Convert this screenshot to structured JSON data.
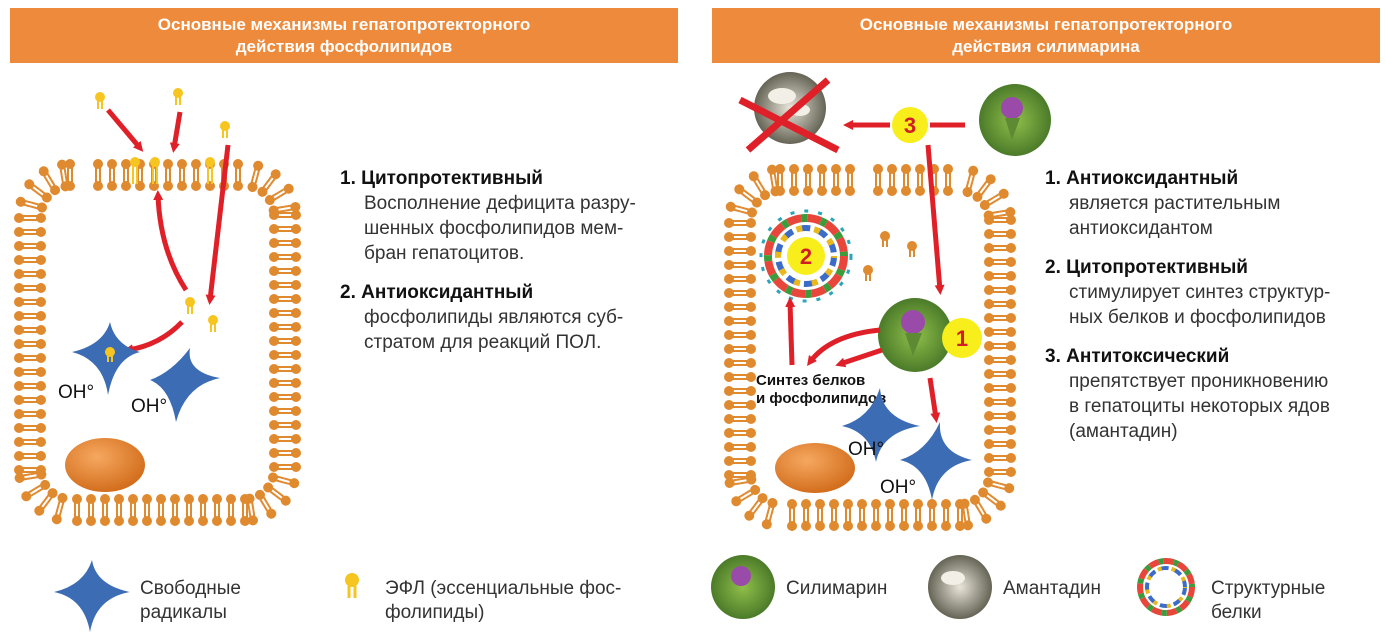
{
  "left_panel": {
    "title_line1": "Основные механизмы гепатопротекторного",
    "title_line2": "действия фосфолипидов",
    "oh_label_1": "OH°",
    "oh_label_2": "OH°",
    "items": [
      {
        "title": "1. Цитопротективный",
        "lines": [
          "Восполнение дефицита разру-",
          "шенных фосфолипидов мем-",
          "бран гепатоцитов."
        ]
      },
      {
        "title": "2. Антиоксидантный",
        "lines": [
          "фосфолипиды являются суб-",
          "стратом для реакций ПОЛ."
        ]
      }
    ]
  },
  "right_panel": {
    "title_line1": "Основные механизмы гепатопротекторного",
    "title_line2": "действия силимарина",
    "badges": [
      "1",
      "2",
      "3"
    ],
    "synthesis_label_line1": "Синтез белков",
    "synthesis_label_line2": "и фосфолипидов",
    "oh_label_1": "OH°",
    "oh_label_2": "OH°",
    "items": [
      {
        "title": "1. Антиоксидантный",
        "lines": [
          "является растительным",
          "антиоксидантом"
        ]
      },
      {
        "title": "2. Цитопротективный",
        "lines": [
          "стимулирует синтез структур-",
          "ных белков и фосфолипидов"
        ]
      },
      {
        "title": "3. Антитоксический",
        "lines": [
          "препятствует проникновению",
          "в гепатоциты некоторых ядов",
          "(амантадин)"
        ]
      }
    ]
  },
  "legend": {
    "free_radicals_line1": "Свободные",
    "free_radicals_line2": "радикалы",
    "efl_line1": "ЭФЛ (эссенциальные фос-",
    "efl_line2": "фолипиды)",
    "silymarin": "Силимарин",
    "amantadine": "Амантадин",
    "structural_line1": "Структурные",
    "structural_line2": "белки"
  },
  "colors": {
    "header": "#ee8a3c",
    "membrane": "#e08a30",
    "efl": "#f7c520",
    "arrow": "#e02028",
    "radical": "#3c6cb4",
    "badge": "#f7ee1c",
    "nucleus": "#e48430"
  }
}
